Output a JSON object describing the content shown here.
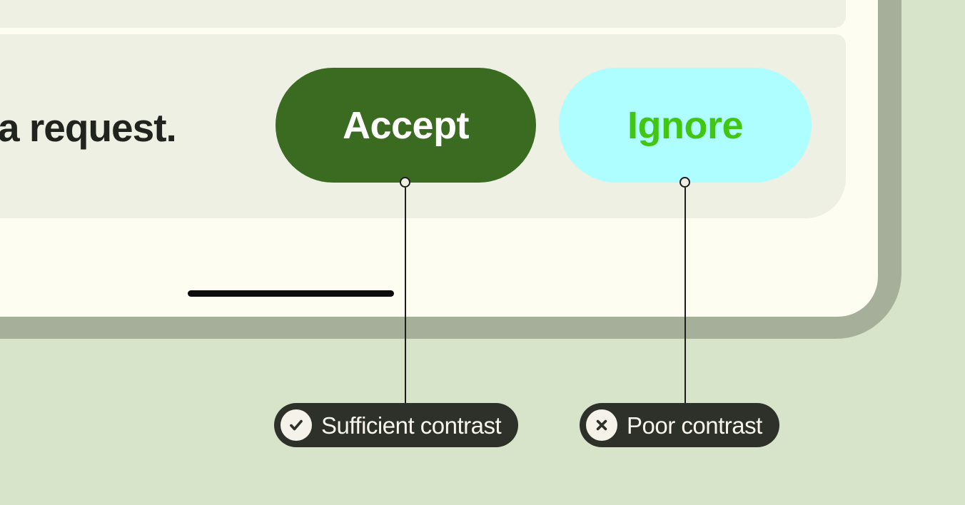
{
  "mock_ui": {
    "partial_text": "a request.",
    "accept_button": {
      "label": "Accept"
    },
    "ignore_button": {
      "label": "Ignore"
    }
  },
  "annotations": {
    "sufficient": {
      "label": "Sufficient contrast",
      "icon": "check-icon"
    },
    "poor": {
      "label": "Poor contrast",
      "icon": "x-icon"
    }
  },
  "colors": {
    "background": "#d8e4ca",
    "device_frame": "#a5af99",
    "screen": "#fdfdf2",
    "panel": "#edf0e3",
    "accept_bg": "#3a6b21",
    "accept_text": "#ffffff",
    "ignore_bg": "#aefdff",
    "ignore_text": "#41c711",
    "annotation_bg": "#2d312a",
    "annotation_text": "#f7f5ec"
  }
}
